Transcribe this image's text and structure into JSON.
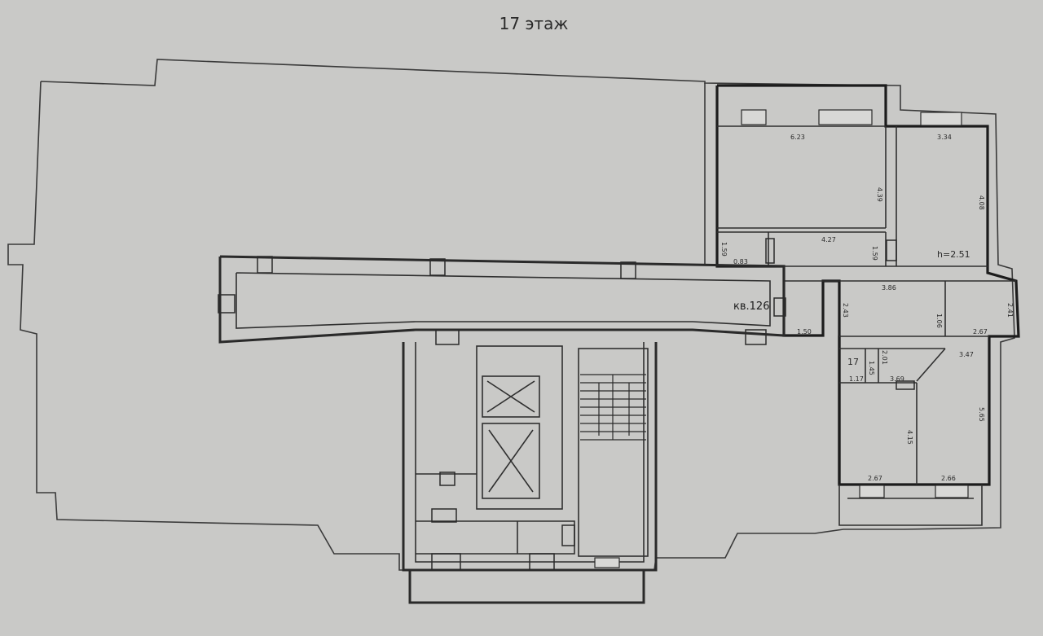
{
  "floor_title": "17 этаж",
  "apartment_label": "кв.126",
  "ceiling_height": "h=2.51",
  "room_code": "17",
  "dimensions": {
    "d623": "6.23",
    "d334": "3.34",
    "d439": "4.39",
    "d408": "4.08",
    "d427": "4.27",
    "d159a": "1.59",
    "d083": "0.83",
    "d159b": "1.59",
    "d386": "3.86",
    "d243": "2.43",
    "d241": "2.41",
    "d150": "1.50",
    "d106": "1.06",
    "d267a": "2.67",
    "d347": "3.47",
    "d201": "2.01",
    "d145": "1.45",
    "d117": "1.17",
    "d369": "3.69",
    "d565": "5.65",
    "d415": "4.15",
    "d267b": "2.67",
    "d266": "2.66"
  }
}
